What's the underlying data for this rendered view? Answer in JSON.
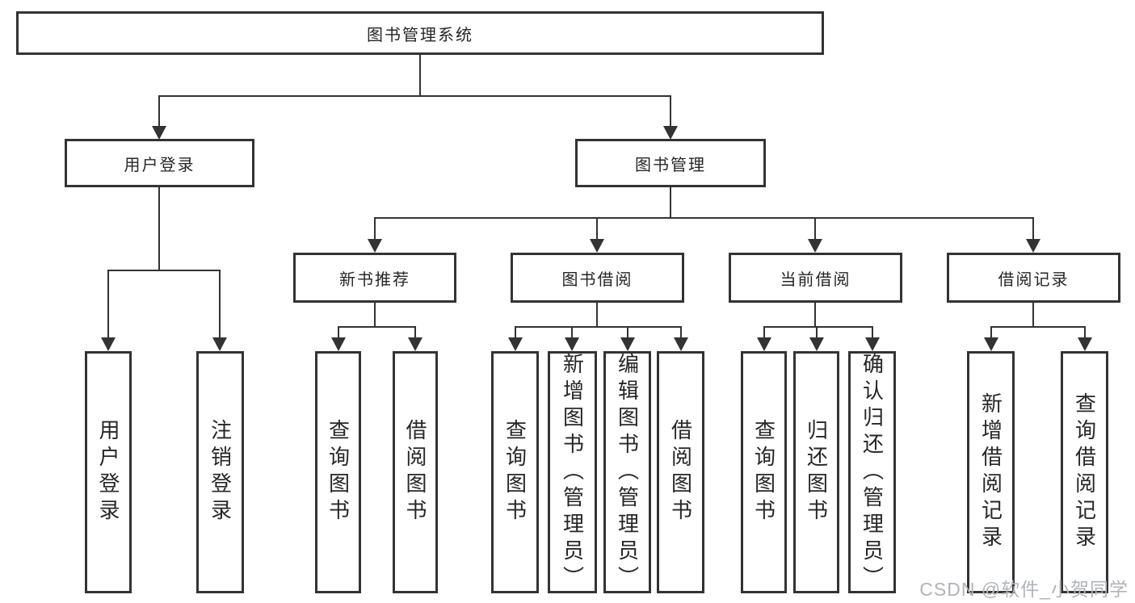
{
  "tree": {
    "root": {
      "label": "图书管理系统"
    },
    "branches": [
      {
        "label": "用户登录",
        "children": [
          {
            "label": "用户登录"
          },
          {
            "label": "注销登录"
          }
        ]
      },
      {
        "label": "图书管理",
        "children": [
          {
            "label": "新书推荐",
            "children": [
              {
                "label": "查询图书"
              },
              {
                "label": "借阅图书"
              }
            ]
          },
          {
            "label": "图书借阅",
            "children": [
              {
                "label": "查询图书"
              },
              {
                "label": "新增图书（管理员）"
              },
              {
                "label": "编辑图书（管理员）"
              },
              {
                "label": "借阅图书"
              }
            ]
          },
          {
            "label": "当前借阅",
            "children": [
              {
                "label": "查询图书"
              },
              {
                "label": "归还图书"
              },
              {
                "label": "确认归还（管理员）"
              }
            ]
          },
          {
            "label": "借阅记录",
            "children": [
              {
                "label": "新增借阅记录"
              },
              {
                "label": "查询借阅记录"
              }
            ]
          }
        ]
      }
    ]
  },
  "watermark": {
    "text": "CSDN @软件_小贺同学"
  },
  "colors": {
    "line": "#333333",
    "text": "#262626",
    "background": "#ffffff",
    "watermark": "#b0b4b9"
  }
}
